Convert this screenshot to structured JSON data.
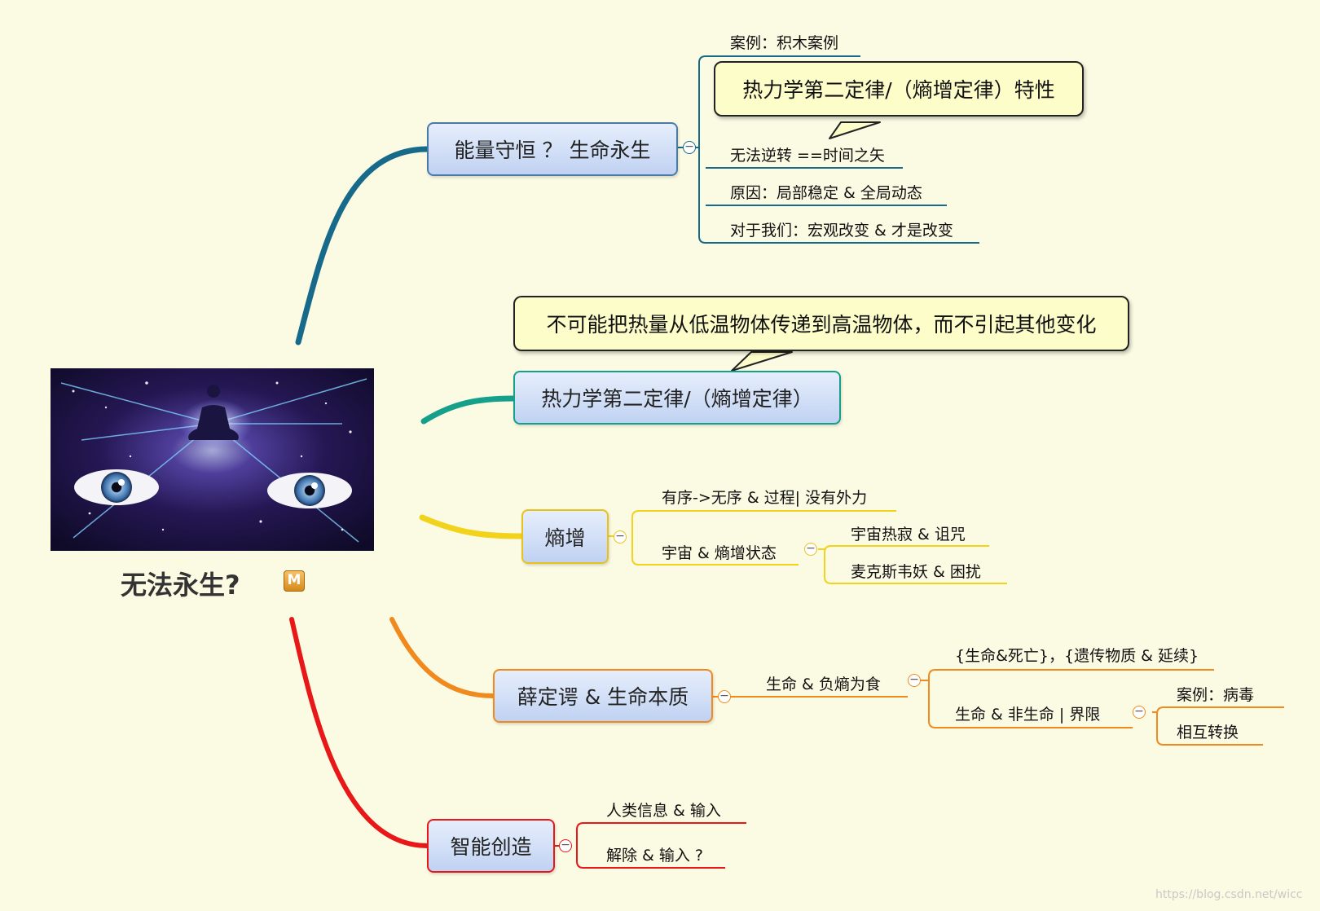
{
  "central": {
    "title": "无法永生?",
    "marker": "M",
    "image_icon": "cosmic-eyes-meditation-image"
  },
  "branches": [
    {
      "label": "能量守恒 ？ 生命永生",
      "color": "#176a8a",
      "callout": "热力学第二定律/（熵增定律）特性",
      "children": [
        "案例：积木案例",
        "无法逆转 ==时间之矢",
        "原因：局部稳定 & 全局动态",
        "对于我们：宏观改变 & 才是改变"
      ]
    },
    {
      "label": "热力学第二定律/（熵增定律）",
      "color": "#14a08a",
      "callout": "不可能把热量从低温物体传递到高温物体，而不引起其他变化"
    },
    {
      "label": "熵增",
      "color": "#f2d21a",
      "children": [
        "有序->无序  & 过程| 没有外力",
        "宇宙 & 熵增状态"
      ],
      "sub": [
        "宇宙热寂 & 诅咒",
        "麦克斯韦妖 & 困扰"
      ]
    },
    {
      "label": "薛定谔 & 生命本质",
      "color": "#f08a1e",
      "children": [
        "生命 & 负熵为食"
      ],
      "sub": [
        "{生命&死亡}，{遗传物质 & 延续}",
        "生命 & 非生命 | 界限"
      ],
      "sub2": [
        "案例：病毒",
        "相互转换"
      ]
    },
    {
      "label": "智能创造",
      "color": "#e81818",
      "children": [
        "人类信息 & 输入",
        "解除 & 输入 ?"
      ]
    }
  ],
  "watermark": "https://blog.csdn.net/wicc"
}
